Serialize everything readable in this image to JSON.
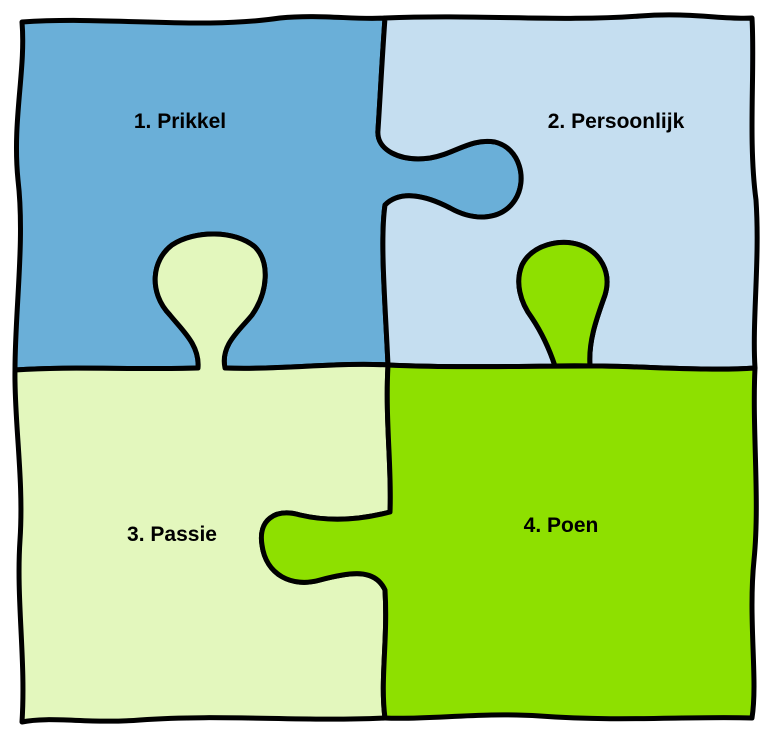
{
  "pieces": [
    {
      "id": "1",
      "label": "1. Prikkel",
      "color": "#6aafd8"
    },
    {
      "id": "2",
      "label": "2. Persoonlijk",
      "color": "#c5def0"
    },
    {
      "id": "3",
      "label": "3. Passie",
      "color": "#e3f7bd"
    },
    {
      "id": "4",
      "label": "4. Poen",
      "color": "#8ee000"
    }
  ],
  "outline_color": "#000000"
}
